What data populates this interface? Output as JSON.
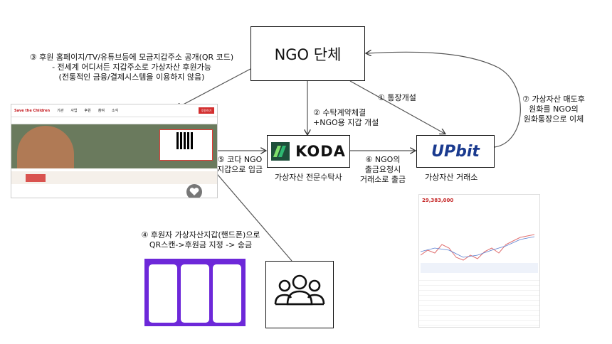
{
  "nodes": {
    "ngo": {
      "label": "NGO 단체"
    },
    "koda": {
      "logo_text": "KODA",
      "caption": "가상자산 전문수탁사"
    },
    "upbit": {
      "logo_text": "UPbit",
      "caption": "가상자산 거래소"
    }
  },
  "steps": {
    "step1": "① 통장개설",
    "step2": [
      "② 수탁계약체결",
      "+NGO용 지갑 개설"
    ],
    "step3": [
      "③ 후원 홈페이지/TV/유튜브등에 모금지갑주소 공개(QR 코드)",
      "- 전세계 어디서든 지갑주소로 가상자산 후원가능",
      "(전통적인 금융/결제시스템을 이용하지 않음)"
    ],
    "step4": [
      "④ 후원자 가상자산지갑(핸드폰)으로",
      "QR스캔->후원금 지정 -> 송금"
    ],
    "step5": [
      "⑤ 코다 NGO",
      "지갑으로 입금"
    ],
    "step6": [
      "⑥ NGO의",
      "출금요청시",
      "거래소로 출금"
    ],
    "step7": [
      "⑦ 가상자산 매도후",
      "원화를 NGO의",
      "원화통장으로 이체"
    ]
  },
  "website": {
    "brand": "Save the Children",
    "nav_items": [
      "기관",
      "사업",
      "후원",
      "참여",
      "소식"
    ],
    "donate_label": "후원하기"
  },
  "exchange": {
    "price": "29,383,000"
  }
}
